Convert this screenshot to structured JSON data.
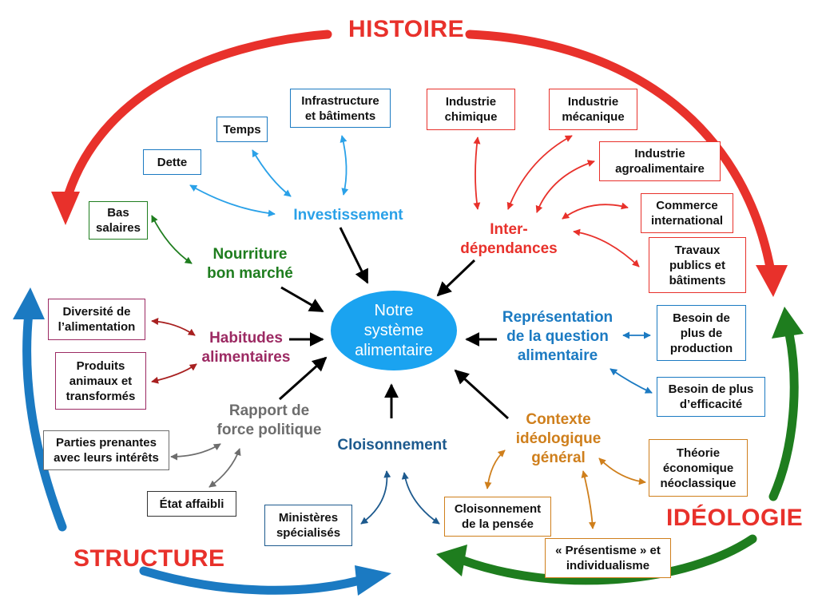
{
  "center": "Notre\nsystème\nalimentaire",
  "big_labels": {
    "histoire": "HISTOIRE",
    "structure": "STRUCTURE",
    "ideologie": "IDÉOLOGIE"
  },
  "main_labels": {
    "investissement": "Investissement",
    "interdependances": "Inter-\ndépendances",
    "nourriture": "Nourriture\nbon marché",
    "habitudes": "Habitudes\nalimentaires",
    "representation": "Représentation\nde la question\nalimentaire",
    "rapport": "Rapport de\nforce politique",
    "cloisonnement": "Cloisonnement",
    "contexte": "Contexte\nidéologique\ngénéral"
  },
  "boxes": {
    "infrastructure": "Infrastructure\net bâtiments",
    "temps": "Temps",
    "dette": "Dette",
    "bas_salaires": "Bas\nsalaires",
    "industrie_chimique": "Industrie\nchimique",
    "industrie_mecanique": "Industrie\nmécanique",
    "industrie_agro": "Industrie\nagroalimentaire",
    "commerce": "Commerce\ninternational",
    "travaux": "Travaux\npublics et\nbâtiments",
    "diversite": "Diversité de\nl’alimentation",
    "produits": "Produits\nanimaux et\ntransformés",
    "besoin_production": "Besoin de\nplus de\nproduction",
    "besoin_efficacite": "Besoin de plus\nd’efficacité",
    "parties": "Parties prenantes\navec leurs intérêts",
    "etat": "État affaibli",
    "ministeres": "Ministères\nspécialisés",
    "cloisonnement_pensee": "Cloisonnement\nde la pensée",
    "presentisme": "« Présentisme » et\nindividualisme",
    "theorie": "Théorie\néconomique\nnéoclassique"
  },
  "colors": {
    "red": "#e8312b",
    "blue": "#1b7ac2",
    "green": "#1e7d1e",
    "light_blue": "#2aa1e8",
    "purple": "#9c2a63",
    "gray": "#6d6d6d",
    "navy": "#1d5a8e",
    "orange": "#cf7f1c",
    "dark_red": "#a82020",
    "center": "#1aa3f0"
  }
}
